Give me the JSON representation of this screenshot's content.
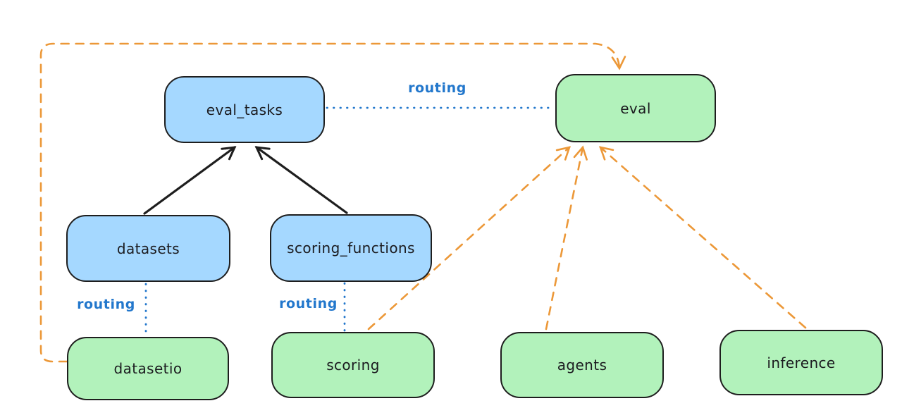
{
  "diagram_type": "architecture-routing-diagram",
  "nodes": {
    "eval_tasks": {
      "label": "eval_tasks",
      "kind": "registry",
      "fill": "#a5d8ff"
    },
    "eval": {
      "label": "eval",
      "kind": "api",
      "fill": "#b2f2bb"
    },
    "datasets": {
      "label": "datasets",
      "kind": "registry",
      "fill": "#a5d8ff"
    },
    "scoring_functions": {
      "label": "scoring_functions",
      "kind": "registry",
      "fill": "#a5d8ff"
    },
    "datasetio": {
      "label": "datasetio",
      "kind": "api",
      "fill": "#b2f2bb"
    },
    "scoring": {
      "label": "scoring",
      "kind": "api",
      "fill": "#b2f2bb"
    },
    "agents": {
      "label": "agents",
      "kind": "api",
      "fill": "#b2f2bb"
    },
    "inference": {
      "label": "inference",
      "kind": "api",
      "fill": "#b2f2bb"
    }
  },
  "edge_labels": {
    "eval_tasks_eval": "routing",
    "datasets_datasetio": "routing",
    "scoring_functions_scoring": "routing"
  },
  "connections": [
    {
      "from": "datasets",
      "to": "eval_tasks",
      "style": "solid-black-arrow"
    },
    {
      "from": "scoring_functions",
      "to": "eval_tasks",
      "style": "solid-black-arrow"
    },
    {
      "from": "eval_tasks",
      "to": "eval",
      "style": "dotted-blue",
      "label": "routing"
    },
    {
      "from": "datasets",
      "to": "datasetio",
      "style": "dotted-blue",
      "label": "routing"
    },
    {
      "from": "scoring_functions",
      "to": "scoring",
      "style": "dotted-blue",
      "label": "routing"
    },
    {
      "from": "datasetio",
      "to": "eval",
      "style": "dashed-orange-arrow"
    },
    {
      "from": "scoring",
      "to": "eval",
      "style": "dashed-orange-arrow"
    },
    {
      "from": "agents",
      "to": "eval",
      "style": "dashed-orange-arrow"
    },
    {
      "from": "inference",
      "to": "eval",
      "style": "dashed-orange-arrow"
    }
  ],
  "colors": {
    "box_stroke": "#1e1e1e",
    "blue_fill": "#a5d8ff",
    "green_fill": "#b2f2bb",
    "routing_blue": "#2277cc",
    "arrow_orange": "#ec9838",
    "arrow_black": "#1e1e1e",
    "background": "#ffffff"
  }
}
